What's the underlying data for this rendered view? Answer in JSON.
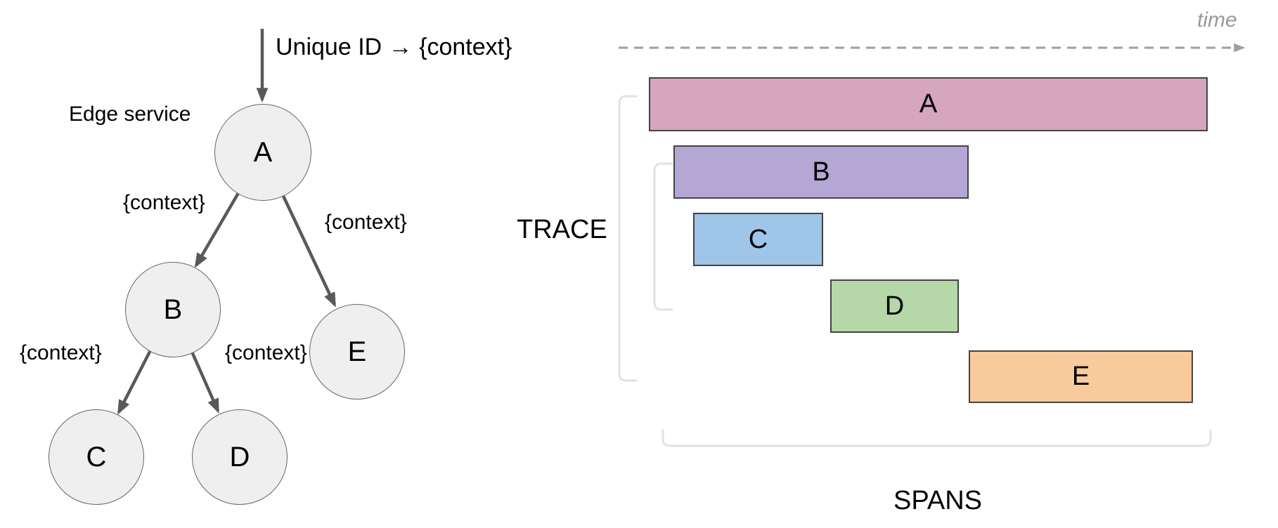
{
  "tree": {
    "ingress_label": "Unique ID → {context}",
    "edge_service_label": "Edge service",
    "nodes": [
      {
        "label": "A"
      },
      {
        "label": "B"
      },
      {
        "label": "C"
      },
      {
        "label": "D"
      },
      {
        "label": "E"
      }
    ],
    "edge_labels": [
      {
        "label": "{context}"
      },
      {
        "label": "{context}"
      },
      {
        "label": "{context}"
      },
      {
        "label": "{context}"
      }
    ],
    "node_fill": "#efefef",
    "node_border": "#666666",
    "arrow_color": "#595959"
  },
  "timeline": {
    "time_label": "time",
    "trace_label": "TRACE",
    "spans_label": "SPANS",
    "axis_color": "#9e9e9e",
    "time_label_color": "#999999",
    "bracket_color": "#e2e2e2",
    "span_border": "#434343",
    "spans": [
      {
        "label": "A",
        "color": "#d5a6bd"
      },
      {
        "label": "B",
        "color": "#b4a7d6"
      },
      {
        "label": "C",
        "color": "#9fc5e8"
      },
      {
        "label": "D",
        "color": "#b6d7a8"
      },
      {
        "label": "E",
        "color": "#f9cb9c"
      }
    ]
  }
}
